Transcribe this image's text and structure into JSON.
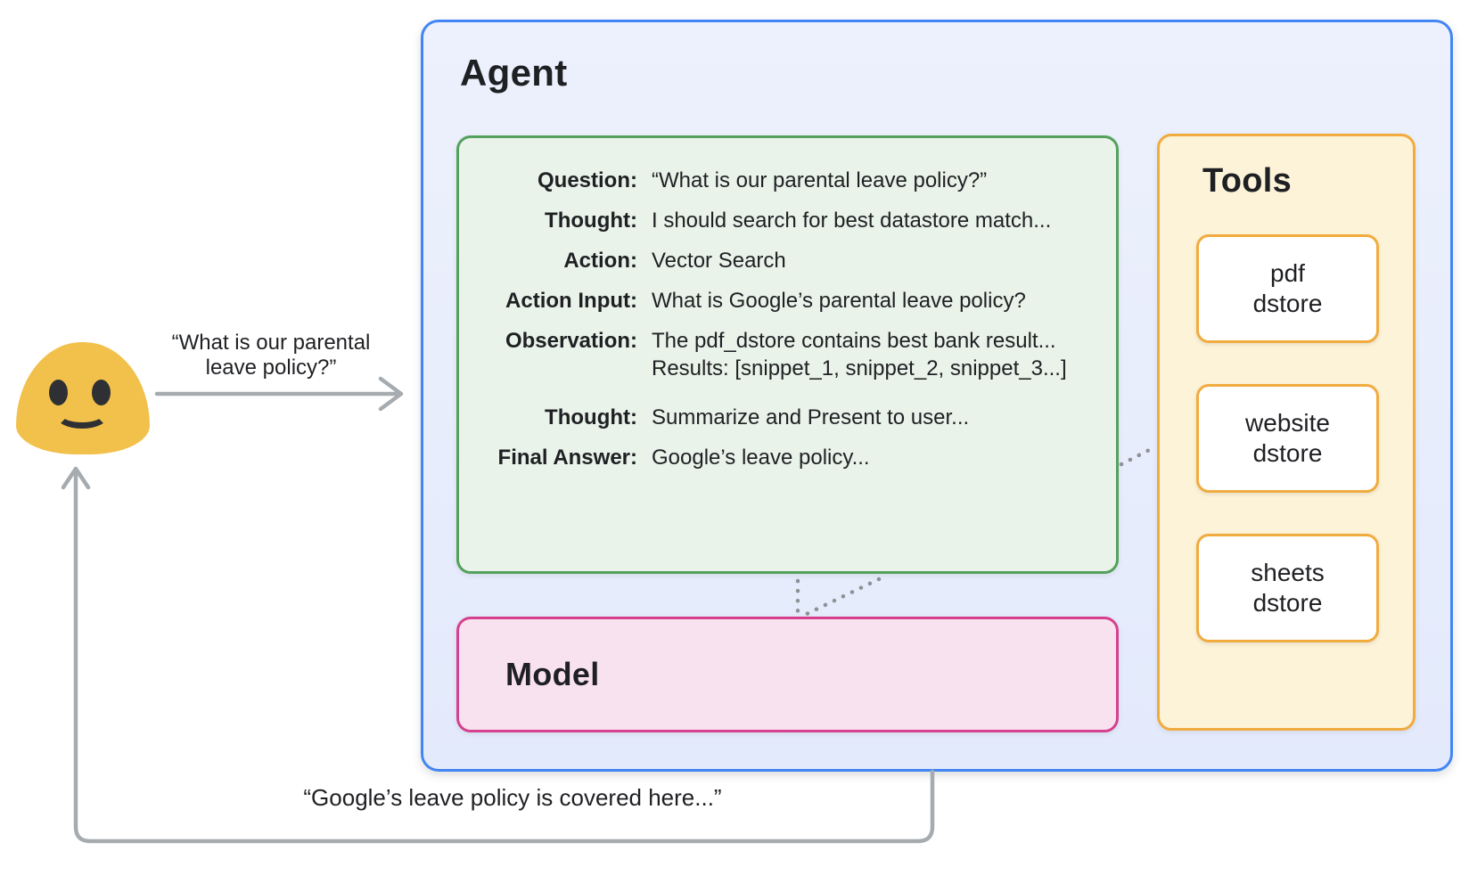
{
  "colors": {
    "agent_border": "#4285f4",
    "agent_fill": "#e8eefc",
    "scratchpad_border": "#54a15c",
    "scratchpad_fill": "#e9f3ea",
    "model_border": "#d5418e",
    "model_fill": "#f9e2ef",
    "tools_border": "#f1ab3f",
    "tools_fill": "#fdf3d8",
    "tool_card_fill": "#ffffff",
    "arrow": "#a6abb0",
    "dotted": "#8d9296",
    "text": "#1f2023",
    "emoji_yellow": "#f2c14b",
    "emoji_face": "#2e3033"
  },
  "icons": {
    "user": "blob-smiley-emoji"
  },
  "request": {
    "line1": "“What is our parental",
    "line2": "leave policy?”"
  },
  "response": {
    "label": "“Google’s leave policy is covered here...”"
  },
  "agent": {
    "title": "Agent",
    "scratchpad": {
      "rows": [
        {
          "label": "Question:",
          "value": "“What is our parental leave policy?”"
        },
        {
          "label": "Thought:",
          "value": "I should search for best datastore match..."
        },
        {
          "label": "Action:",
          "value": "Vector Search"
        },
        {
          "label": "Action Input:",
          "value": "What is Google’s parental leave policy?"
        },
        {
          "label": "Observation:",
          "value": "The pdf_dstore contains best bank result...",
          "value2": "Results: [snippet_1, snippet_2, snippet_3...]"
        },
        {
          "label": "Thought:",
          "value": "Summarize and Present to user..."
        },
        {
          "label": "Final Answer:",
          "value": "Google’s leave policy..."
        }
      ]
    },
    "model": {
      "title": "Model"
    },
    "tools": {
      "title": "Tools",
      "items": [
        {
          "line1": "pdf",
          "line2": "dstore"
        },
        {
          "line1": "website",
          "line2": "dstore"
        },
        {
          "line1": "sheets",
          "line2": "dstore"
        }
      ]
    }
  }
}
